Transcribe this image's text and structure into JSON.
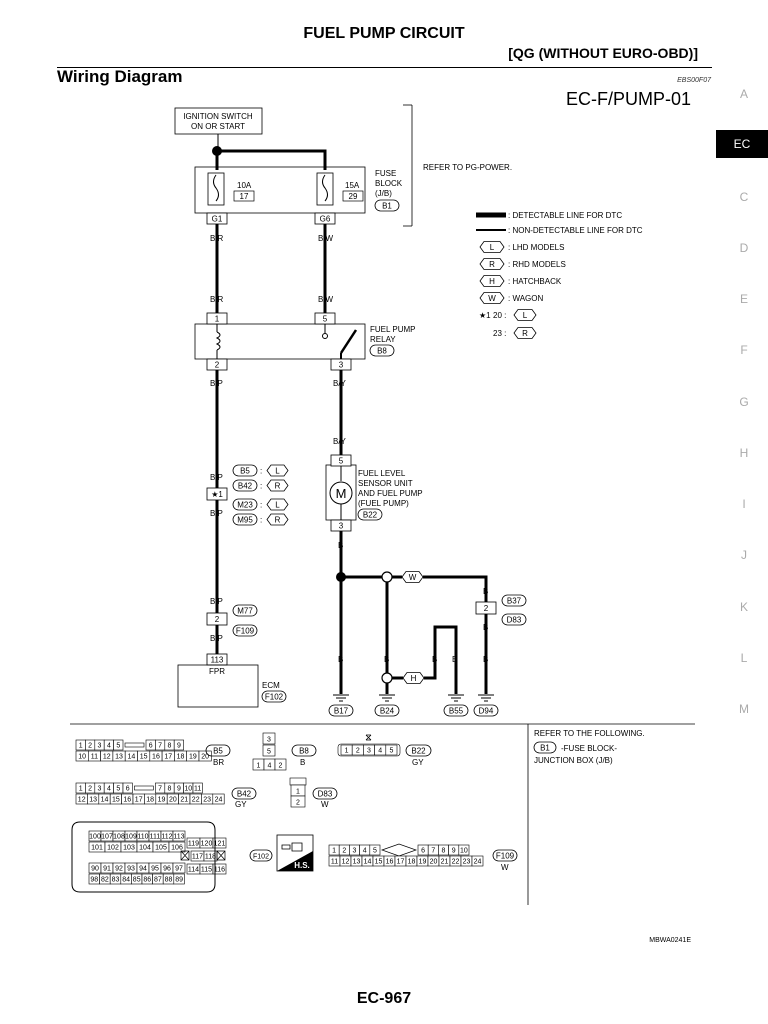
{
  "header": {
    "title": "FUEL PUMP CIRCUIT",
    "subtitle": "[QG (WITHOUT EURO-OBD)]",
    "section": "Wiring Diagram",
    "code": "EBS00F07",
    "diagram_id": "EC-F/PUMP-01"
  },
  "side_tabs": [
    "A",
    "EC",
    "C",
    "D",
    "E",
    "F",
    "G",
    "H",
    "I",
    "J",
    "K",
    "L",
    "M"
  ],
  "active_tab": "EC",
  "footer": {
    "page": "EC-967",
    "ref": "MBWA0241E"
  },
  "diagram": {
    "ignition": [
      "IGNITION SWITCH",
      "ON OR START"
    ],
    "fuse_left": {
      "amp": "10A",
      "num": "17"
    },
    "fuse_right": {
      "amp": "15A",
      "num": "29"
    },
    "fuse_block": [
      "FUSE",
      "BLOCK",
      "(J/B)"
    ],
    "fuse_block_conn": "B1",
    "pin_g1": "G1",
    "pin_g6": "G6",
    "refer_power": "REFER TO PG-POWER.",
    "wire_br": "B/R",
    "wire_bw": "B/W",
    "wire_bp": "B/P",
    "wire_by": "B/Y",
    "wire_b": "B",
    "relay_pins": [
      "1",
      "5",
      "2",
      "3"
    ],
    "relay_label": [
      "FUEL PUMP",
      "RELAY"
    ],
    "relay_conn": "B8",
    "pump_pins": [
      "5",
      "3"
    ],
    "pump_label": [
      "FUEL LEVEL",
      "SENSOR UNIT",
      "AND FUEL PUMP",
      "(FUEL PUMP)"
    ],
    "pump_conn": "B22",
    "motor": "M",
    "star1": "★1",
    "star_conns": [
      {
        "conn": "B5",
        "model": "L"
      },
      {
        "conn": "B42",
        "model": "R"
      },
      {
        "conn": "M23",
        "model": "L"
      },
      {
        "conn": "M95",
        "model": "R"
      }
    ],
    "m77_pin": "2",
    "m77_conns": [
      "M77",
      "F109"
    ],
    "ecm_pin": "113",
    "ecm_term": "FPR",
    "ecm_label": "ECM",
    "ecm_conn": "F102",
    "wagon": "W",
    "hatch": "H",
    "b37_pin": "2",
    "b37_conns": [
      "B37",
      "D83"
    ],
    "grounds": [
      "B17",
      "B24",
      "B55",
      "D94"
    ],
    "colon": ":"
  },
  "legend": {
    "detectable": ": DETECTABLE LINE FOR DTC",
    "nondetectable": ": NON-DETECTABLE LINE FOR DTC",
    "items": [
      {
        "sym": "L",
        "text": ": LHD MODELS"
      },
      {
        "sym": "R",
        "text": ": RHD MODELS"
      },
      {
        "sym": "H",
        "text": ": HATCHBACK"
      },
      {
        "sym": "W",
        "text": ": WAGON"
      }
    ],
    "star_prefix": "★1",
    "star_rows": [
      {
        "num": "20 :",
        "sym": "L"
      },
      {
        "num": "23 :",
        "sym": "R"
      }
    ]
  },
  "connectors": {
    "b5": {
      "row1a": [
        "1",
        "2",
        "3",
        "4",
        "5"
      ],
      "row1b": [
        "6",
        "7",
        "8",
        "9"
      ],
      "row2": [
        "10",
        "11",
        "12",
        "13",
        "14",
        "15",
        "16",
        "17",
        "18",
        "19",
        "20"
      ],
      "id": "B5",
      "color": "BR"
    },
    "b8": {
      "top": "3",
      "mid": "5",
      "bottom": [
        "1",
        "4",
        "2"
      ],
      "id": "B8",
      "color": "B"
    },
    "b22": {
      "pins": [
        "1",
        "2",
        "3",
        "4",
        "5"
      ],
      "id": "B22",
      "color": "GY"
    },
    "refer": [
      "REFER TO THE FOLLOWING.",
      "-FUSE BLOCK-",
      "JUNCTION BOX (J/B)"
    ],
    "refer_conn": "B1",
    "b42": {
      "row1a": [
        "1",
        "2",
        "3",
        "4",
        "5",
        "6"
      ],
      "row1b": [
        "7",
        "8",
        "9",
        "10",
        "11"
      ],
      "row2": [
        "12",
        "13",
        "14",
        "15",
        "16",
        "17",
        "18",
        "19",
        "20",
        "21",
        "22",
        "23",
        "24"
      ],
      "id": "B42",
      "color": "GY"
    },
    "d83": {
      "pins": [
        "1",
        "2"
      ],
      "id": "D83",
      "color": "W"
    },
    "f102": {
      "r1": [
        "100",
        "107",
        "108",
        "109",
        "110",
        "111",
        "112",
        "113"
      ],
      "r2": [
        "101",
        "102",
        "103",
        "104",
        "105",
        "106"
      ],
      "r3": [
        "90",
        "91",
        "92",
        "93",
        "94",
        "95",
        "96",
        "97"
      ],
      "r4": [
        "98",
        "82",
        "83",
        "84",
        "85",
        "86",
        "87",
        "88",
        "89"
      ],
      "g1": [
        "119",
        "120",
        "121"
      ],
      "g2": [
        "117",
        "118"
      ],
      "g3": [
        "114",
        "115",
        "116"
      ],
      "id": "F102",
      "hs": "H.S."
    },
    "f109": {
      "row1a": [
        "1",
        "2",
        "3",
        "4",
        "5"
      ],
      "row1b": [
        "6",
        "7",
        "8",
        "9",
        "10"
      ],
      "row2": [
        "11",
        "12",
        "13",
        "14",
        "15",
        "16",
        "17",
        "18",
        "19",
        "20",
        "21",
        "22",
        "23",
        "24"
      ],
      "id": "F109",
      "color": "W"
    }
  }
}
